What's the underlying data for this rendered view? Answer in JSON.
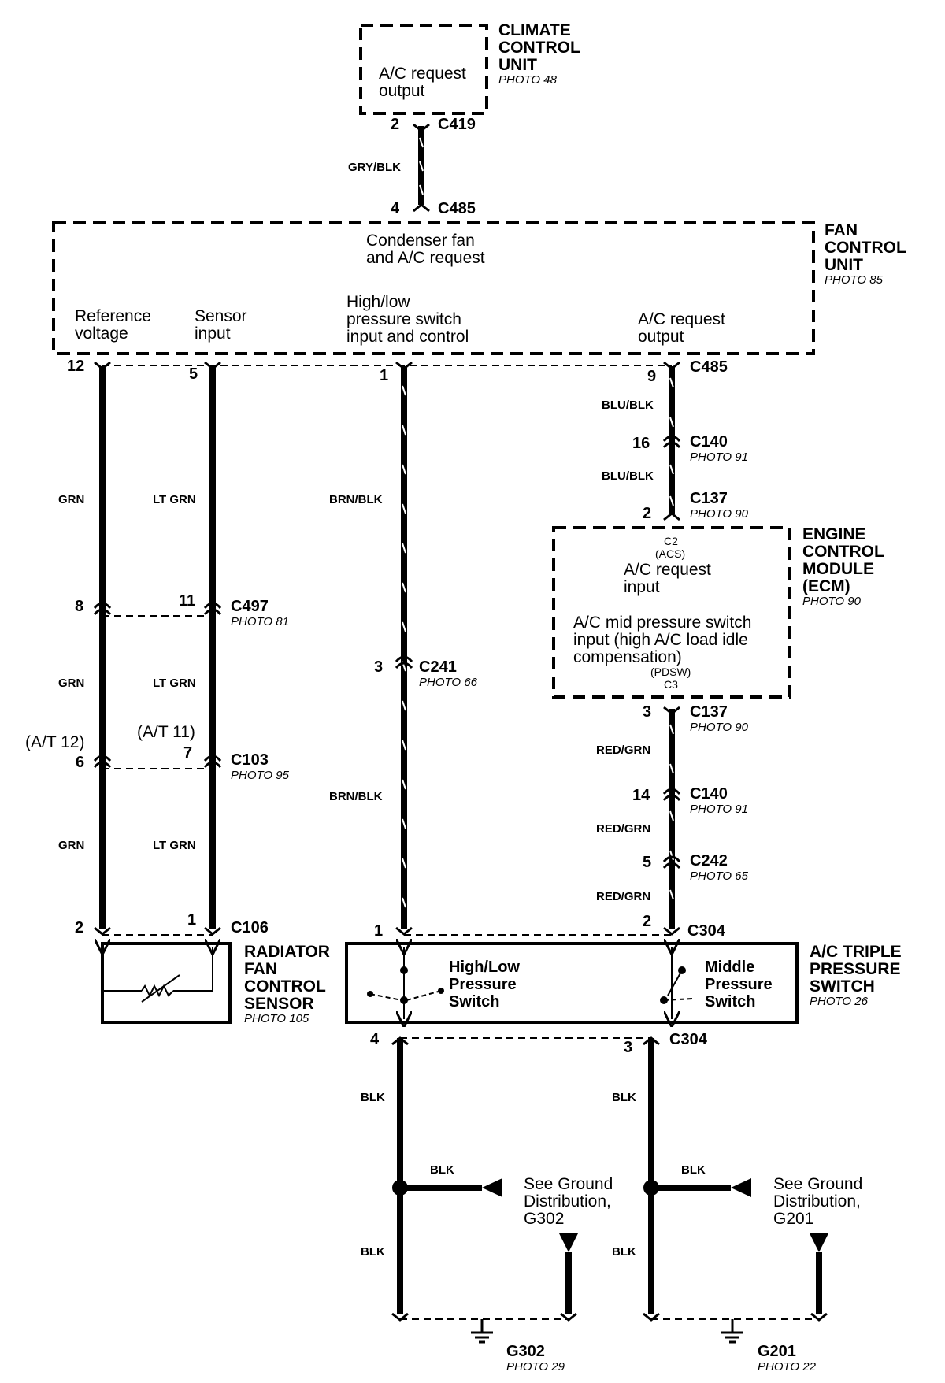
{
  "components": {
    "climate_control_unit": {
      "name_line1": "CLIMATE",
      "name_line2": "CONTROL",
      "name_line3": "UNIT",
      "photo": "PHOTO 48",
      "pin_label_line1": "A/C request",
      "pin_label_line2": "output"
    },
    "fan_control_unit": {
      "name_line1": "FAN",
      "name_line2": "CONTROL",
      "name_line3": "UNIT",
      "photo": "PHOTO 85",
      "function_line1": "Condenser fan",
      "function_line2": "and A/C request",
      "ref_line1": "Reference",
      "ref_line2": "voltage",
      "sensor_line1": "Sensor",
      "sensor_line2": "input",
      "hl_line1": "High/low",
      "hl_line2": "pressure switch",
      "hl_line3": "input and control",
      "acreq_line1": "A/C request",
      "acreq_line2": "output"
    },
    "ecm": {
      "name_line1": "ENGINE",
      "name_line2": "CONTROL",
      "name_line3": "MODULE",
      "name_line4": "(ECM)",
      "photo": "PHOTO 90",
      "c2": "C2",
      "acs": "(ACS)",
      "req_line1": "A/C request",
      "req_line2": "input",
      "mid_line1": "A/C mid pressure switch",
      "mid_line2": "input (high A/C load idle",
      "mid_line3": "compensation)",
      "pdsw": "(PDSW)",
      "c3": "C3"
    },
    "radiator_sensor": {
      "name_line1": "RADIATOR",
      "name_line2": "FAN",
      "name_line3": "CONTROL",
      "name_line4": "SENSOR",
      "photo": "PHOTO 105"
    },
    "triple_switch": {
      "name_line1": "A/C TRIPLE",
      "name_line2": "PRESSURE",
      "name_line3": "SWITCH",
      "photo": "PHOTO 26",
      "hl_line1": "High/Low",
      "hl_line2": "Pressure",
      "hl_line3": "Switch",
      "mid_line1": "Middle",
      "mid_line2": "Pressure",
      "mid_line3": "Switch"
    }
  },
  "connectors": {
    "c419": "C419",
    "c485": "C485",
    "c140": "C140",
    "c137": "C137",
    "c497": "C497",
    "c103": "C103",
    "c106": "C106",
    "c241": "C241",
    "c242": "C242",
    "c304": "C304",
    "photo81": "PHOTO 81",
    "photo95": "PHOTO 95",
    "photo66": "PHOTO 66",
    "photo91": "PHOTO 91",
    "photo90": "PHOTO 90",
    "photo65": "PHOTO 65"
  },
  "pins": {
    "p2_c419": "2",
    "p4_c485": "4",
    "p12": "12",
    "p5": "5",
    "p1": "1",
    "p9": "9",
    "p16": "16",
    "p2_c137": "2",
    "p8": "8",
    "p11": "11",
    "p3_c241": "3",
    "p6": "6",
    "p7": "7",
    "at12": "(A/T 12)",
    "at11": "(A/T 11)",
    "p3_c137": "3",
    "p14": "14",
    "p5_c242": "5",
    "p2_c106": "2",
    "p1_c106": "1",
    "p1_c304": "1",
    "p2_c304": "2",
    "p4_c304": "4",
    "p3_c304": "3"
  },
  "wires": {
    "gry_blk": "GRY/BLK",
    "grn": "GRN",
    "lt_grn": "LT GRN",
    "brn_blk": "BRN/BLK",
    "blu_blk": "BLU/BLK",
    "red_grn": "RED/GRN",
    "blk": "BLK"
  },
  "grounds": {
    "see_line1": "See Ground",
    "see_line2": "Distribution,",
    "g302": "G302",
    "g201": "G201",
    "photo29": "PHOTO 29",
    "photo22": "PHOTO 22"
  }
}
